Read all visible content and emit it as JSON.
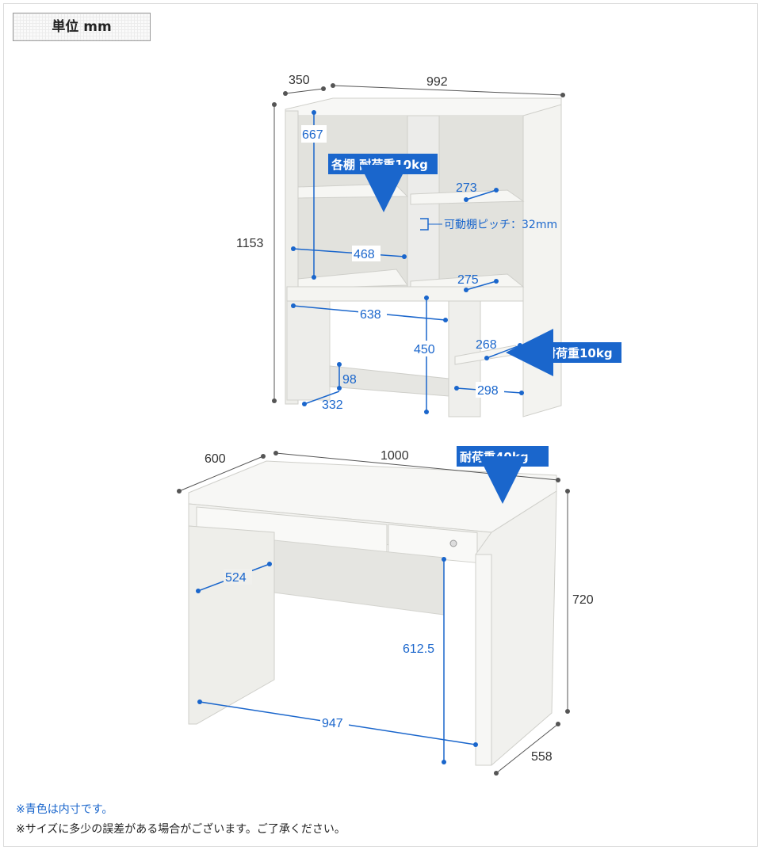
{
  "unit_label": "単位 mm",
  "hutch": {
    "width": "992",
    "depth": "350",
    "height": "1153",
    "inner": {
      "shelf_height_upper": "667",
      "shelf_width_left": "468",
      "shelf_width_right_upper": "273",
      "shelf_width_right_lower": "275",
      "opening_width": "638",
      "opening_height": "450",
      "side_shelf_width": "268",
      "side_shelf_bottom": "298",
      "base_height": "98",
      "base_depth": "332"
    },
    "badge_each_shelf": "各棚 耐荷重10kg",
    "badge_side_shelf": "耐荷重10kg",
    "pitch_label": "可動棚ピッチ：32mm"
  },
  "desk": {
    "width": "1000",
    "depth": "600",
    "height": "720",
    "foot_depth": "558",
    "inner": {
      "knee_depth": "524",
      "knee_height": "612.5",
      "knee_width": "947"
    },
    "badge_top": "耐荷重40kg"
  },
  "notes": {
    "inner_note": "※青色は内寸です。",
    "size_note": "※サイズに多少の誤差がある場合がございます。ご了承ください。"
  },
  "colors": {
    "dimension_line": "#555555",
    "inner_dimension": "#1a66cc",
    "badge_background": "#1a66cc",
    "panel": "#f4f4f2",
    "panel_shadow": "#d8d8d4"
  }
}
